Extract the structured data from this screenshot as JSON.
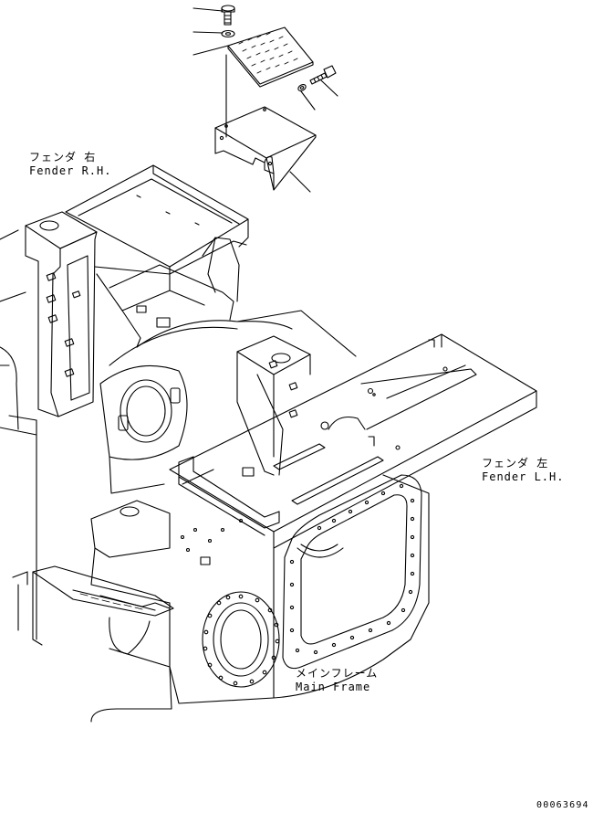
{
  "labels": {
    "fender_rh": {
      "jp": "フェンダ 右",
      "en": "Fender R.H."
    },
    "fender_lh": {
      "jp": "フェンダ 左",
      "en": "Fender L.H."
    },
    "main_frame": {
      "jp": "メインフレーム",
      "en": "Main Frame"
    }
  },
  "document_code": "00063694",
  "colors": {
    "line": "#000000",
    "background": "#ffffff"
  }
}
